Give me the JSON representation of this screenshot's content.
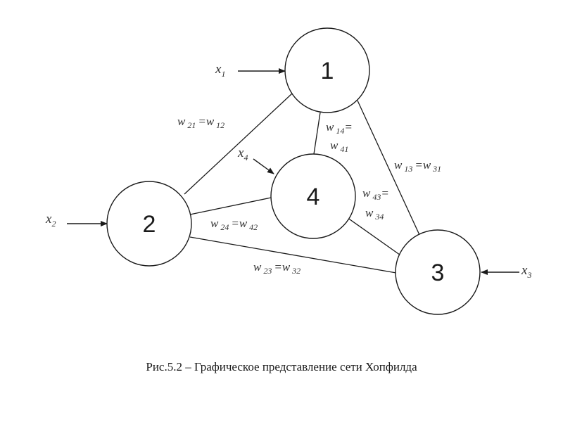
{
  "nodes": [
    {
      "label": "1"
    },
    {
      "label": "2"
    },
    {
      "label": "3"
    },
    {
      "label": "4"
    }
  ],
  "inputs": {
    "x1": {
      "base": "x",
      "sub": "1"
    },
    "x2": {
      "base": "x",
      "sub": "2"
    },
    "x3": {
      "base": "x",
      "sub": "3"
    },
    "x4": {
      "base": "x",
      "sub": "4"
    }
  },
  "weights": {
    "w21_12": {
      "a": "w",
      "a_sub": "21",
      "eq": "=",
      "b": "w",
      "b_sub": "12"
    },
    "w14_41": {
      "a": "w",
      "a_sub": "14",
      "eq": "=",
      "b": "w",
      "b_sub": "41"
    },
    "w13_31": {
      "a": "w",
      "a_sub": "13",
      "eq": "=",
      "b": "w",
      "b_sub": "31"
    },
    "w43_34": {
      "a": "w",
      "a_sub": "43",
      "eq": "=",
      "b": "w",
      "b_sub": "34"
    },
    "w24_42": {
      "a": "w",
      "a_sub": "24",
      "eq": "=",
      "b": "w",
      "b_sub": "42"
    },
    "w23_32": {
      "a": "w",
      "a_sub": "23",
      "eq": "=",
      "b": "w",
      "b_sub": "32"
    }
  },
  "caption": "Рис.5.2 – Графическое представление сети Хопфилда"
}
